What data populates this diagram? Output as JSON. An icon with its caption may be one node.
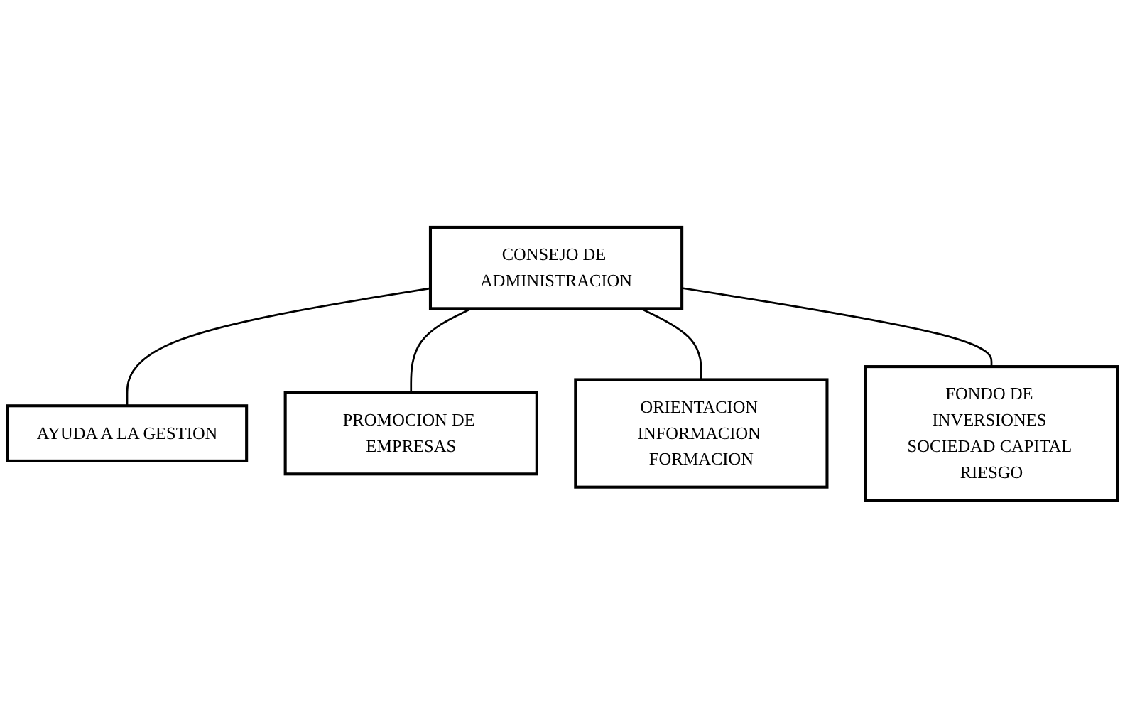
{
  "diagram": {
    "nodes": [
      {
        "text": [
          "CONSEJO DE ADMINISTRACION"
        ]
      },
      {
        "text": [
          "AYUDA A LA GESTION"
        ]
      },
      {
        "text": [
          "PROMOCION DE EMPRESAS"
        ]
      },
      {
        "text": [
          "ORIENTACION INFORMACION FORMACION"
        ]
      },
      {
        "text": [
          "FONDO DE INVERSIONES SOCIEDAD CAPITAL RIESGO"
        ]
      }
    ],
    "edges": [
      {
        "from": 0,
        "to": 1,
        "arrow": "none"
      },
      {
        "from": 0,
        "to": 2,
        "arrow": "none"
      },
      {
        "from": 0,
        "to": 3,
        "arrow": "none"
      },
      {
        "from": 0,
        "to": 4,
        "arrow": "none"
      }
    ]
  }
}
